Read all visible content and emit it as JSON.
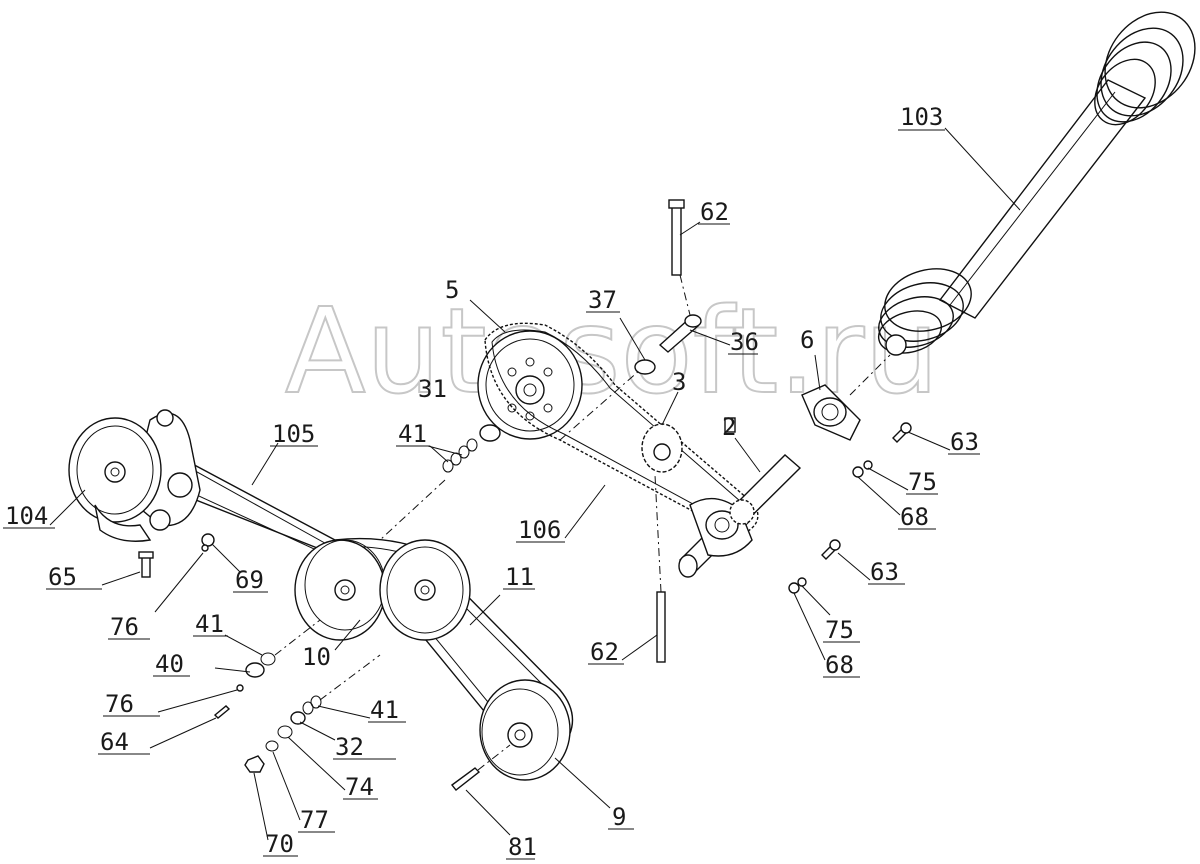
{
  "watermark": "Autosoft.ru",
  "labels": [
    "103",
    "62",
    "5",
    "37",
    "36",
    "6",
    "3",
    "31",
    "41",
    "105",
    "2",
    "63",
    "75",
    "68",
    "104",
    "106",
    "65",
    "69",
    "11",
    "10",
    "41",
    "40",
    "76",
    "64",
    "70",
    "77",
    "74",
    "32",
    "41",
    "9",
    "81",
    "62",
    "63",
    "75",
    "68",
    "76"
  ],
  "colors": {
    "ink": "#111111",
    "watermark": "#9a9a9a",
    "background": "#ffffff"
  }
}
